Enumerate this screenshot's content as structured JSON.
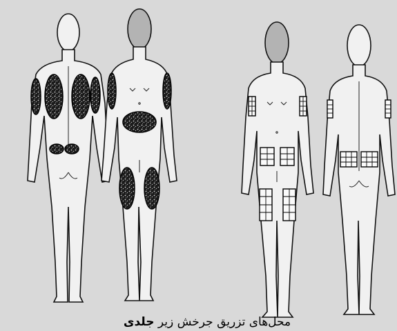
{
  "caption": {
    "text_regular": "محل‌های تزریق جرخش زیر",
    "text_bold": "جلدی"
  },
  "colors": {
    "background": "#d9d9d9",
    "outline": "#111111",
    "head_fill": "#b3b3b3"
  },
  "figures": [
    {
      "view": "back",
      "sites": [
        "upper-arms",
        "flanks",
        "buttocks"
      ],
      "style": "speckled"
    },
    {
      "view": "front",
      "sites": [
        "upper-arms",
        "abdomen",
        "thighs"
      ],
      "style": "speckled"
    },
    {
      "view": "front",
      "sites": [
        "upper-arms",
        "abdomen",
        "thighs"
      ],
      "style": "grid"
    },
    {
      "view": "back",
      "sites": [
        "upper-arms",
        "lower-back"
      ],
      "style": "grid"
    }
  ]
}
